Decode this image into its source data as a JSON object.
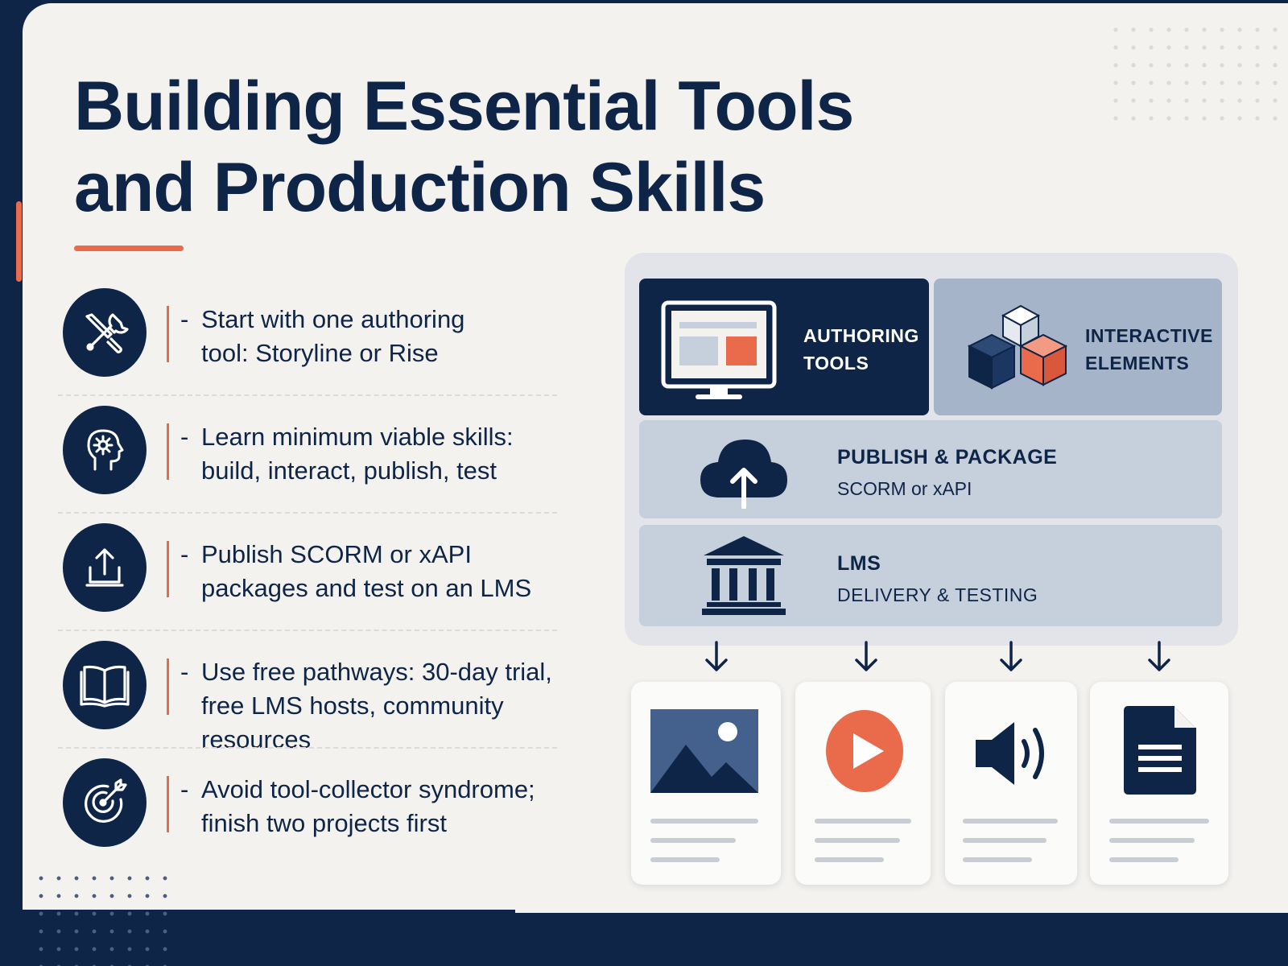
{
  "title": {
    "line1": "Building Essential Tools",
    "line2": "and Production Skills"
  },
  "items": [
    {
      "icon": "tools-icon",
      "line1": "Start with one authoring",
      "line2": "tool: Storyline or Rise"
    },
    {
      "icon": "head-gear-icon",
      "line1": "Learn minimum viable skills:",
      "line2": "build, interact, publish, test"
    },
    {
      "icon": "upload-icon",
      "line1": "Publish SCORM or xAPI",
      "line2": "packages and test on an LMS"
    },
    {
      "icon": "book-icon",
      "line1": "Use free pathways: 30-day trial,",
      "line2": "free LMS hosts, community resources"
    },
    {
      "icon": "target-icon",
      "line1": "Avoid tool-collector syndrome;",
      "line2": "finish two projects first"
    }
  ],
  "dash": "-",
  "stack": {
    "authoring": {
      "line1": "AUTHORING",
      "line2": "TOOLS",
      "icon": "monitor-icon"
    },
    "interactive": {
      "line1": "INTERACTIVE",
      "line2": "ELEMENTS",
      "icon": "cubes-icon"
    },
    "publish": {
      "title": "PUBLISH & PACKAGE",
      "subtitle": "SCORM or xAPI",
      "icon": "cloud-upload-icon"
    },
    "lms": {
      "title": "LMS",
      "subtitle": "DELIVERY & TESTING",
      "icon": "institution-icon"
    }
  },
  "media_cards": [
    {
      "icon": "image-icon"
    },
    {
      "icon": "play-icon"
    },
    {
      "icon": "speaker-icon"
    },
    {
      "icon": "document-icon"
    }
  ],
  "colors": {
    "navy": "#0f2547",
    "accent": "#ea6a4c",
    "panel": "#f3f2ef",
    "steel": "#a6b4ca",
    "steel_light": "#c6cfdc"
  }
}
